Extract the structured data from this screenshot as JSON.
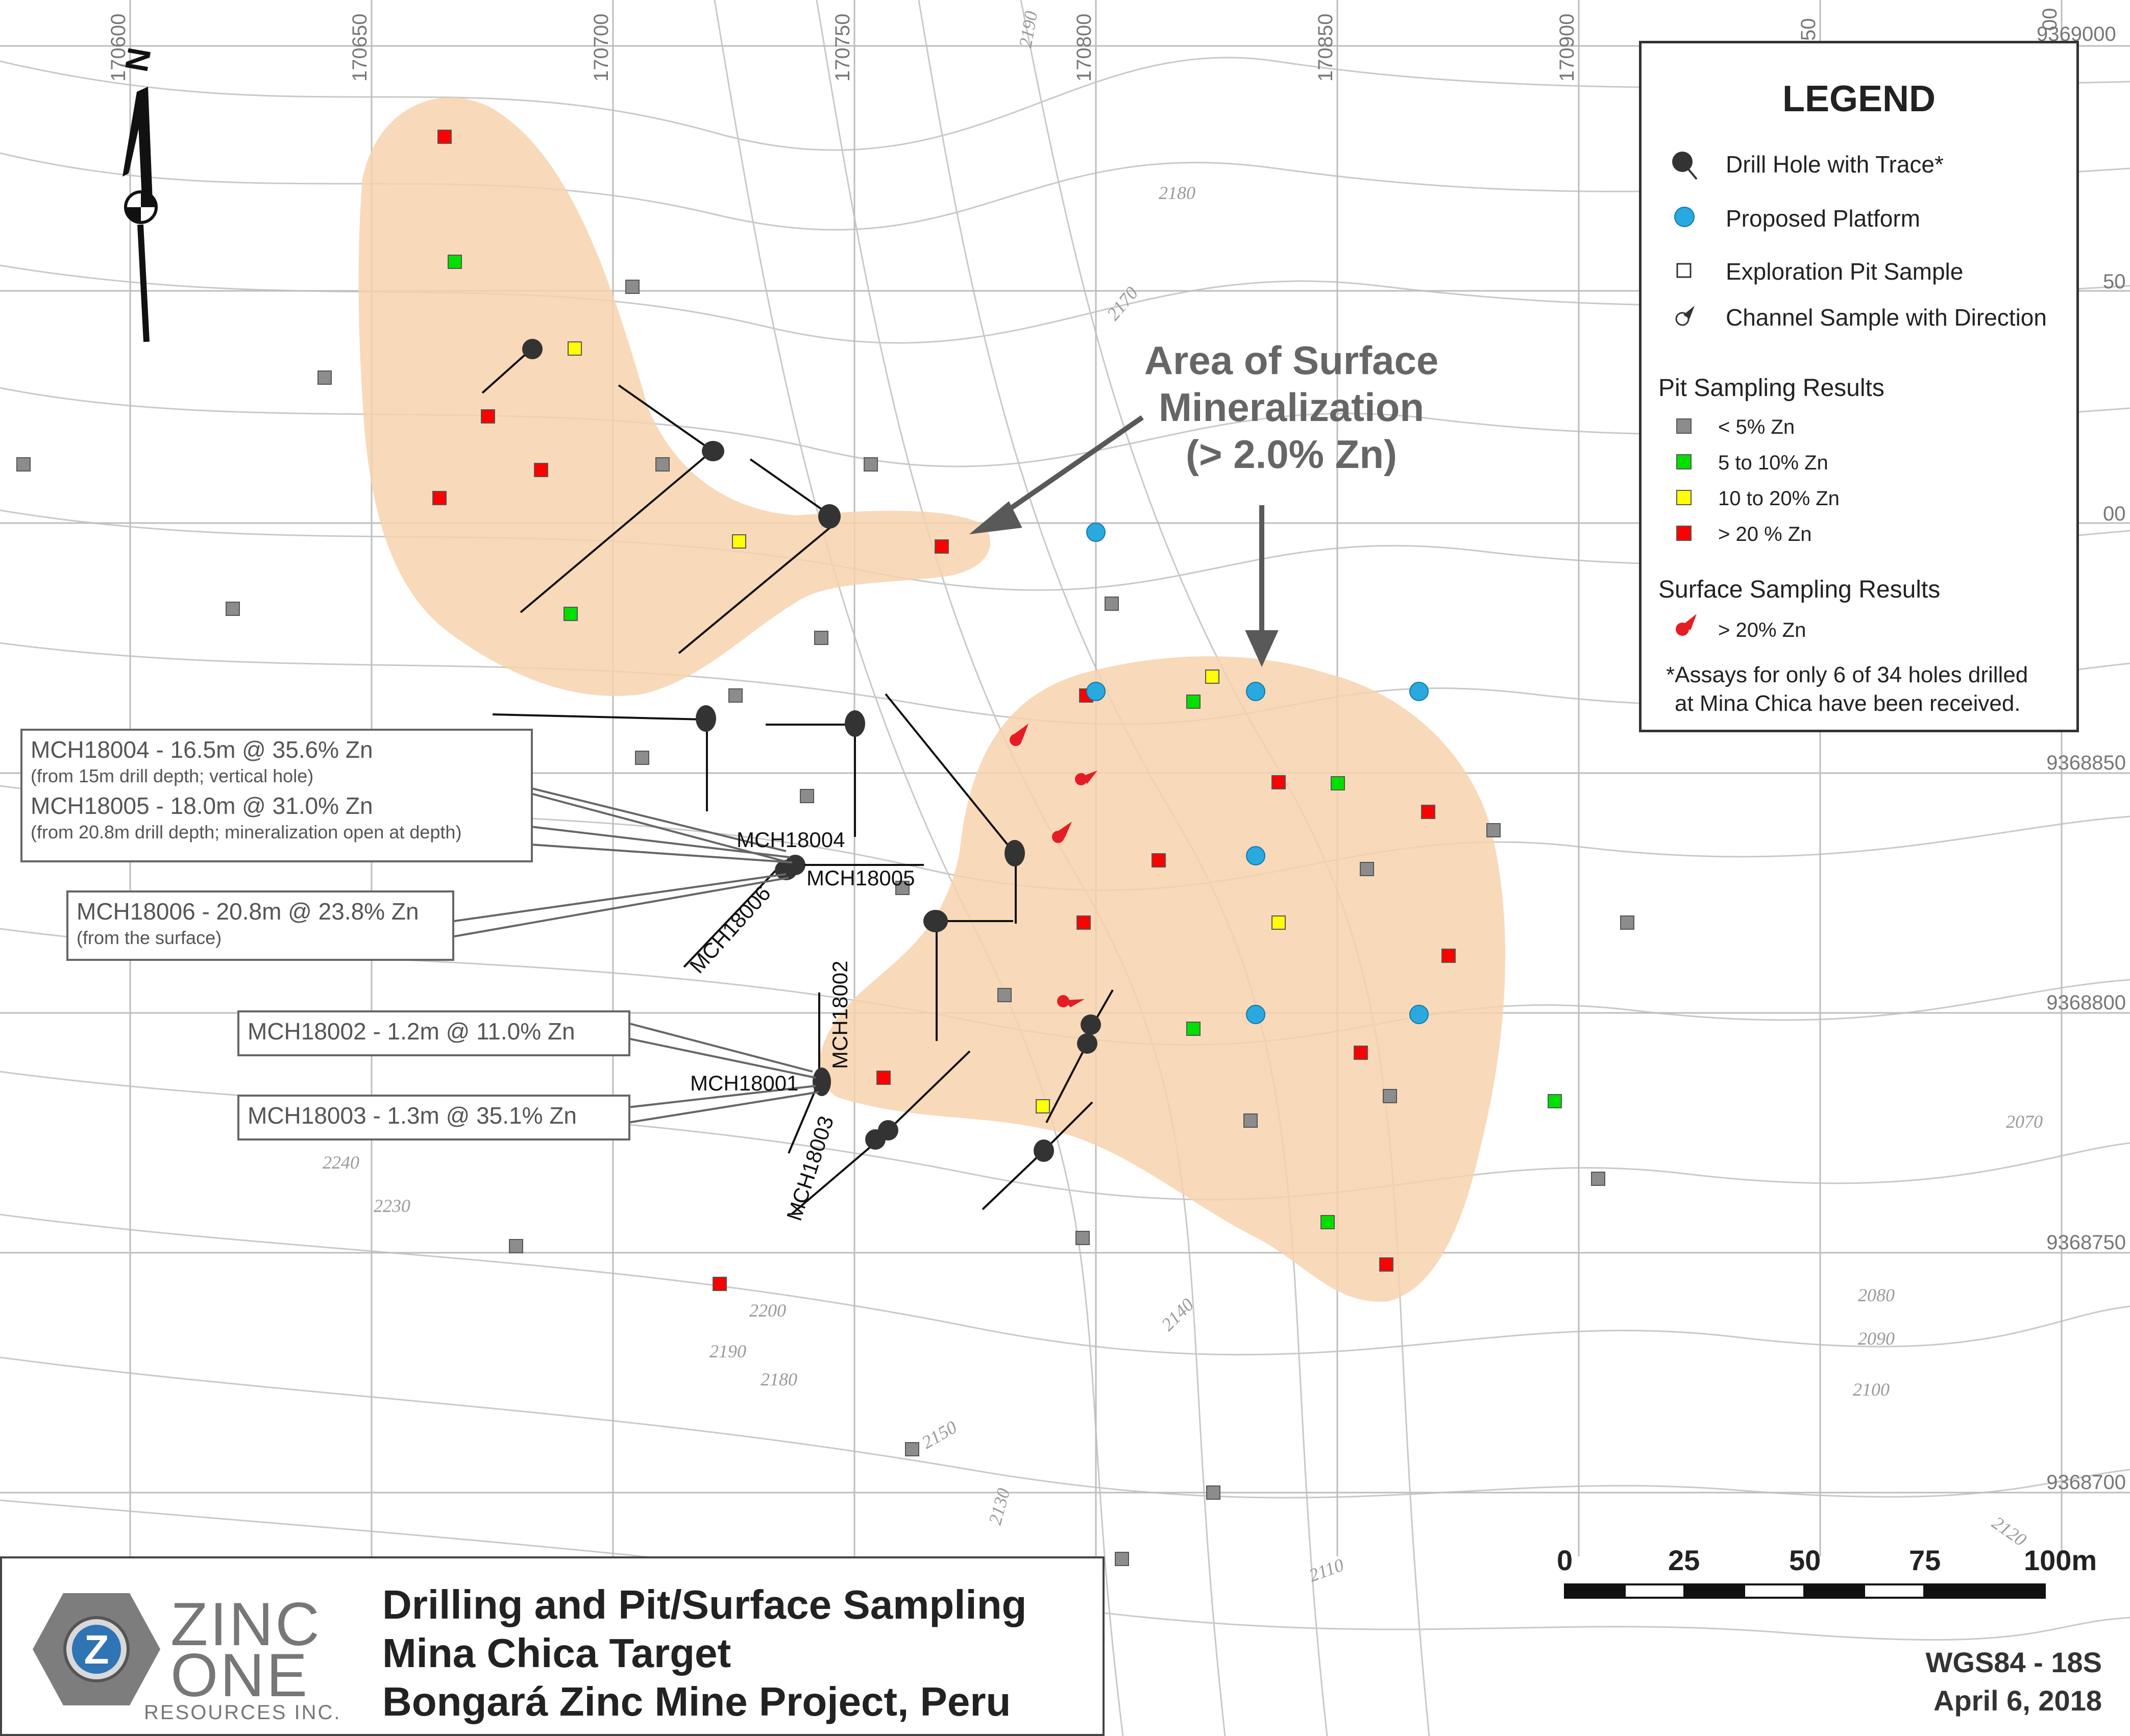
{
  "legend": {
    "title": "LEGEND",
    "symbols": [
      {
        "label": "Drill Hole with Trace*",
        "icon": "drill-hole-icon"
      },
      {
        "label": "Proposed Platform",
        "icon": "proposed-platform-icon",
        "color": "#29a9e0"
      },
      {
        "label": "Exploration Pit Sample",
        "icon": "pit-sample-icon"
      },
      {
        "label": "Channel Sample with Direction",
        "icon": "channel-sample-icon"
      }
    ],
    "pit_header": "Pit Sampling Results",
    "pit_classes": [
      {
        "label": "< 5% Zn",
        "color": "#8c8c8c"
      },
      {
        "label": "5 to 10% Zn",
        "color": "#00e000"
      },
      {
        "label": "10 to 20% Zn",
        "color": "#ffff00"
      },
      {
        "label": "> 20 % Zn",
        "color": "#ff0000"
      }
    ],
    "surface_header": "Surface Sampling Results",
    "surface_classes": [
      {
        "label": "> 20% Zn",
        "color": "#ff0000"
      }
    ],
    "note_line1": "*Assays for only 6 of 34 holes drilled",
    "note_line2": "at Mina Chica have been received."
  },
  "area_label": {
    "line1": "Area of Surface",
    "line2": "Mineralization",
    "line3": "(> 2.0% Zn)"
  },
  "callouts": {
    "c4_line1": "MCH18004 - 16.5m @ 35.6% Zn",
    "c4_line2": "(from 15m drill depth; vertical hole)",
    "c5_line1": "MCH18005 - 18.0m @ 31.0% Zn",
    "c5_line2": "(from 20.8m drill depth; mineralization open at depth)",
    "c6_line1": "MCH18006 - 20.8m @ 23.8% Zn",
    "c6_line2": "(from the surface)",
    "c2_line1": "MCH18002 - 1.2m @ 11.0% Zn",
    "c3_line1": "MCH18003 - 1.3m @ 35.1% Zn"
  },
  "hole_labels": {
    "h4": "MCH18004",
    "h5": "MCH18005",
    "h6": "MCH18006",
    "h2": "MCH18002",
    "h1": "MCH18001",
    "h3": "MCH18003"
  },
  "grid": {
    "eastings": [
      "170600",
      "170650",
      "170700",
      "170750",
      "170800",
      "170850",
      "170900",
      "50",
      "00"
    ],
    "northings": [
      "9369000",
      "50",
      "00",
      "9368850",
      "9368800",
      "9368750",
      "9368700"
    ]
  },
  "contours": [
    "2190",
    "2180",
    "2170",
    "2240",
    "2230",
    "2200",
    "2190",
    "2180",
    "2150",
    "2140",
    "2130",
    "2110",
    "2070",
    "2080",
    "2090",
    "2100",
    "2120"
  ],
  "scale": {
    "ticks": [
      "0",
      "25",
      "50",
      "75",
      "100m"
    ]
  },
  "title": {
    "line1": "Drilling and Pit/Surface Sampling",
    "line2": "Mina Chica Target",
    "line3": "Bongará Zinc Mine Project, Peru"
  },
  "logo": {
    "line1": "ZINC",
    "line2": "ONE",
    "line3": "RESOURCES INC.",
    "mark": "Z"
  },
  "datum": "WGS84 - 18S",
  "date": "April 6, 2018",
  "north_label": "N"
}
